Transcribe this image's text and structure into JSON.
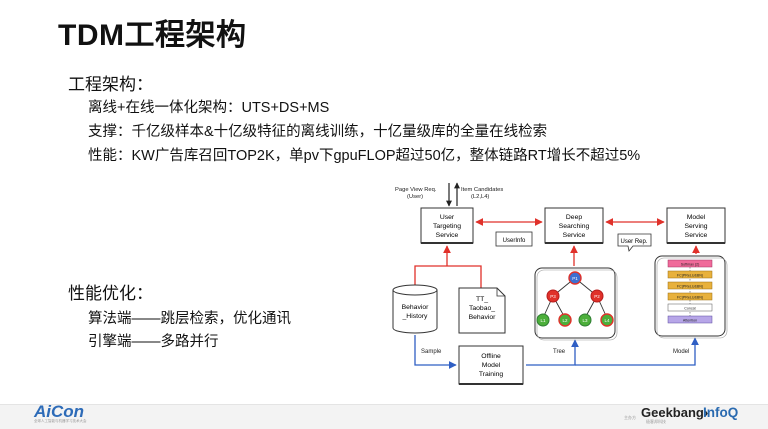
{
  "slide": {
    "title": "TDM工程架构",
    "section1": {
      "heading": "工程架构：",
      "lines": [
        "离线+在线一体化架构：UTS+DS+MS",
        "支撑：千亿级样本&十亿级特征的离线训练，十亿量级库的全量在线检索",
        "性能：KW广告库召回TOP2K，单pv下gpuFLOP超过50亿，整体链路RT增长不超过5%"
      ]
    },
    "section2": {
      "heading": "性能优化：",
      "lines": [
        "算法端——跳层检索，优化通讯",
        "引擎端——多路并行"
      ]
    }
  },
  "diagram": {
    "top_left_label": [
      "Page View Req.",
      "(User)"
    ],
    "top_right_label": [
      "Item Candidates",
      "(L2,L4)"
    ],
    "uts": [
      "User",
      "Targeting",
      "Service"
    ],
    "ds": [
      "Deep",
      "Searching",
      "Service"
    ],
    "ms": [
      "Model",
      "Serving",
      "Service"
    ],
    "userinfo": "UserInfo",
    "user_rep": "User Rep.",
    "behavior_history": [
      "Behavior",
      "_History"
    ],
    "tt_behavior": [
      "TT_",
      "Taobao_",
      "Behavior"
    ],
    "offline": [
      "Offline",
      "Model",
      "Training"
    ],
    "sample_label": "Sample",
    "tree_label": "Tree",
    "model_label": "Model",
    "tree_nodes": {
      "root": "P1",
      "mid": [
        "P3",
        "P2"
      ],
      "leaves": [
        "L1",
        "L2",
        "L3",
        "L4"
      ]
    },
    "model_layers": [
      "Softmax (2)",
      "FC(PReLU&BN)",
      "FC(PReLU&BN)",
      "FC(PReLU&BN)",
      "Concat",
      "Attention"
    ]
  },
  "footer": {
    "aicon": "AiCon",
    "aicon_sub": "全球人工智能与机器学习技术大会",
    "small_label": "主办方",
    "geekbang": "Geekbang›",
    "geekbang_sub": "极客邦科技",
    "infoq": "InfoQ"
  },
  "colors": {
    "red_arrow": "#e0312a",
    "blue_arrow": "#2f5fc4",
    "node_red": "#e0312a",
    "node_blue": "#3d6fd1",
    "node_green": "#4caf3a",
    "brand_blue": "#2d6bb8"
  }
}
